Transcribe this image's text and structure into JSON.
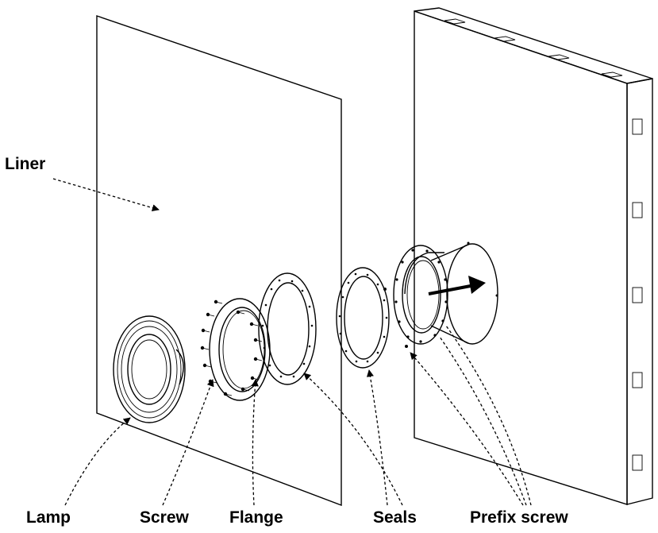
{
  "labels": {
    "liner": "Liner",
    "lamp": "Lamp",
    "screw": "Screw",
    "flange": "Flange",
    "seals": "Seals",
    "prefix_screw": "Prefix screw"
  }
}
